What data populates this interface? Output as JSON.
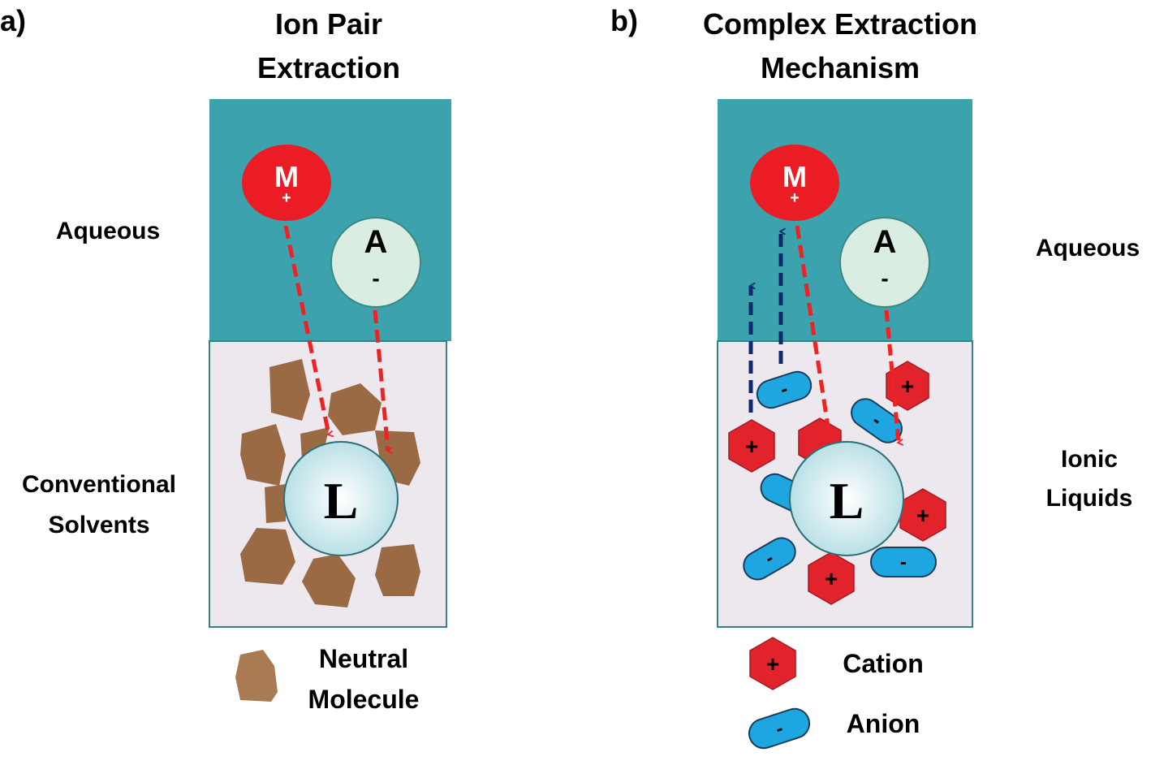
{
  "colors": {
    "aqueous": "#3ca2ad",
    "solvent": "#ede8ee",
    "metal": "#ec1c24",
    "anion_bubble": "#d9ede2",
    "ligand": "#cde9ee",
    "neutral": "#9a6a45",
    "cation": "#e2232b",
    "il_anion": "#1da6df",
    "red_arrow": "#ee2222",
    "blue_arrow": "#0e2a6a"
  },
  "panel_a": {
    "letter": "a)",
    "title_line1": "Ion Pair",
    "title_line2": "Extraction",
    "aqueous_label": "Aqueous",
    "solvent_label_line1": "Conventional",
    "solvent_label_line2": "Solvents",
    "metal_symbol": "M",
    "metal_charge": "+",
    "anion_symbol": "A",
    "anion_charge": "-",
    "ligand_symbol": "L",
    "legend_line1": "Neutral",
    "legend_line2": "Molecule"
  },
  "panel_b": {
    "letter": "b)",
    "title_line1": "Complex Extraction",
    "title_line2": "Mechanism",
    "aqueous_label": "Aqueous",
    "il_label_line1": "Ionic",
    "il_label_line2": "Liquids",
    "metal_symbol": "M",
    "metal_charge": "+",
    "anion_symbol": "A",
    "anion_charge": "-",
    "ligand_symbol": "L",
    "cation_sign": "+",
    "anion_sign": "-",
    "legend_cation": "Cation",
    "legend_anion": "Anion"
  }
}
